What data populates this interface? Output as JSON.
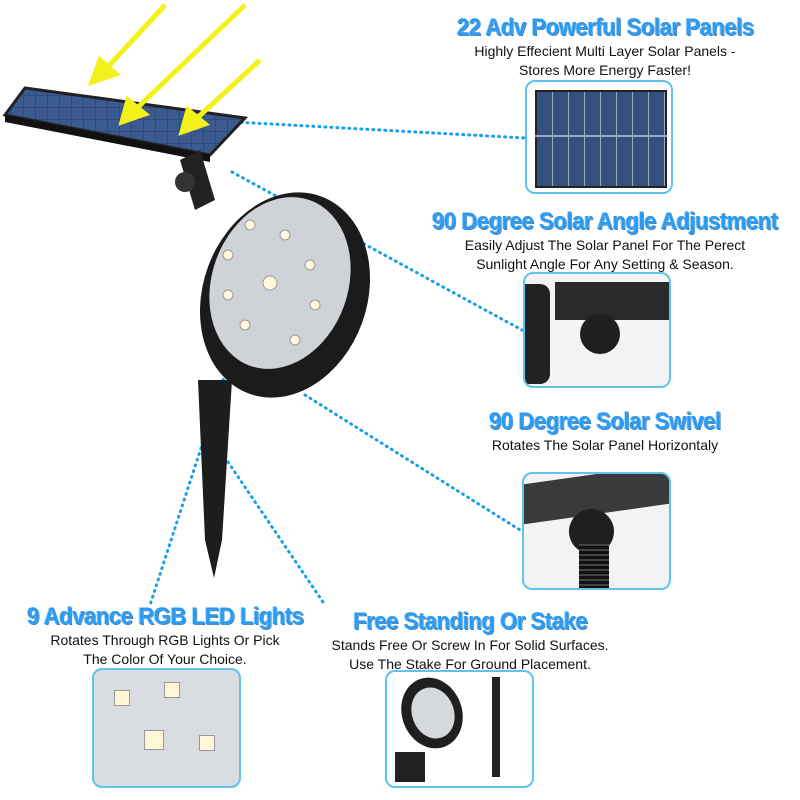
{
  "features": [
    {
      "title": "22 Adv Powerful Solar Panels",
      "lines": [
        "Highly Effecient Multi Layer Solar Panels -",
        "Stores More Energy Faster!"
      ]
    },
    {
      "title": "90 Degree Solar Angle Adjustment",
      "lines": [
        "Easily Adjust The Solar Panel For The Perect",
        "Sunlight Angle For Any Setting & Season."
      ]
    },
    {
      "title": "90 Degree Solar Swivel",
      "lines": [
        "Rotates The Solar Panel Horizontaly"
      ]
    },
    {
      "title": "9 Advance RGB LED Lights",
      "lines": [
        "Rotates Through RGB Lights Or Pick",
        "The Color Of Your Choice."
      ]
    },
    {
      "title": "Free Standing Or Stake",
      "lines": [
        "Stands Free Or Screw In For Solid Surfaces.",
        "Use The Stake For Ground Placement."
      ]
    }
  ],
  "colors": {
    "heading": "#2b9af0",
    "dots": "#1aa0e6",
    "arrow": "#f2f21a",
    "panel": "#2b3f66"
  }
}
